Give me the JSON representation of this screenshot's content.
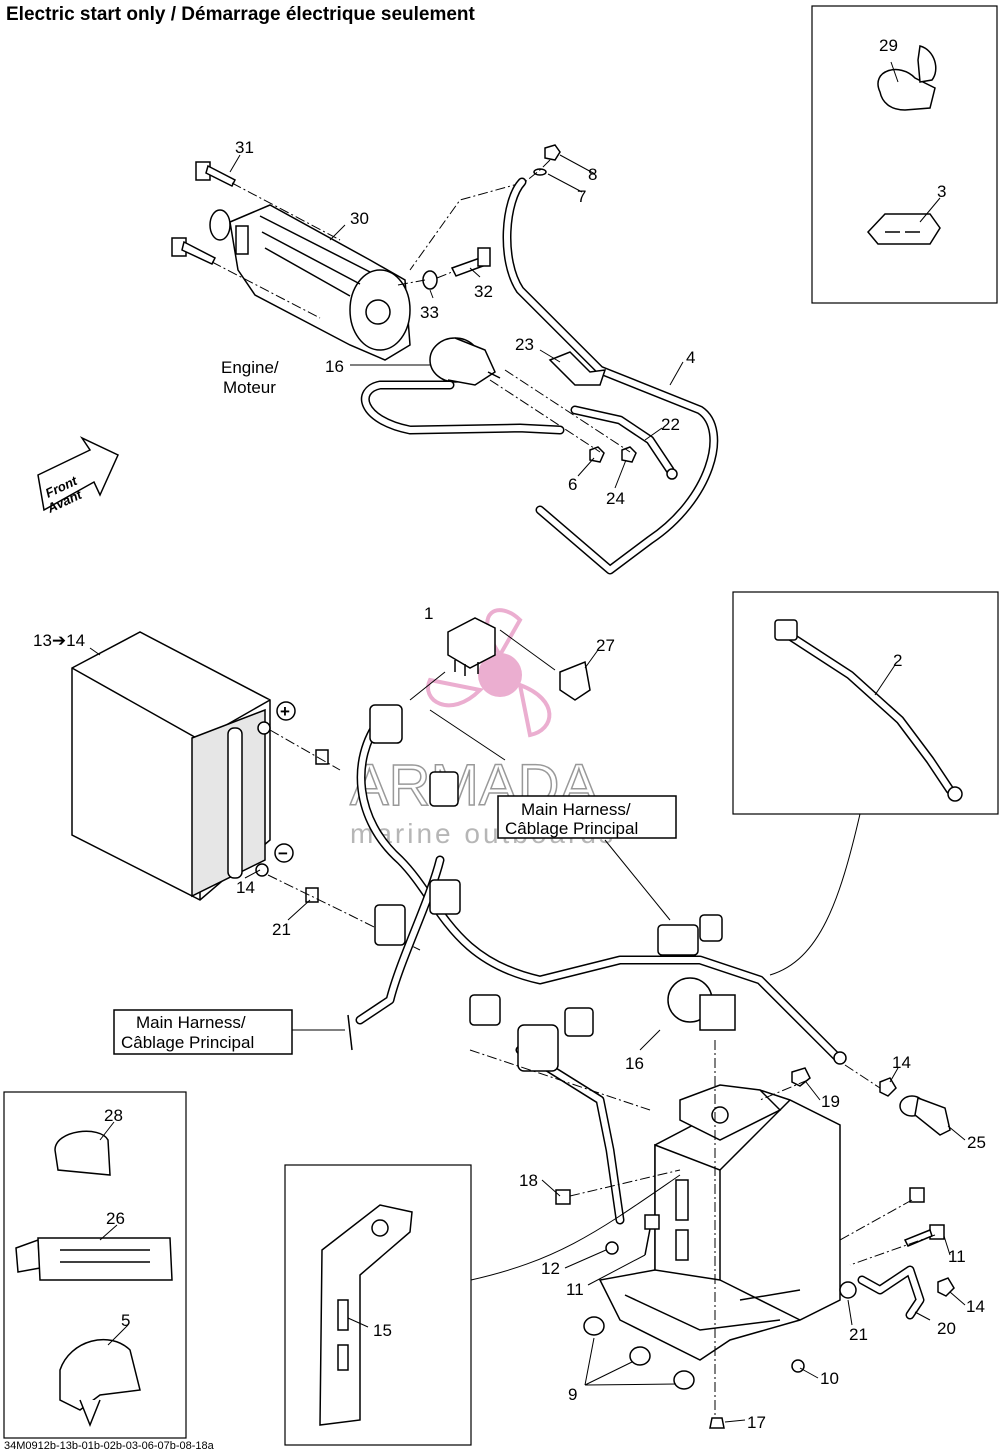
{
  "title": "Electric start only / Démarrage électrique seulement",
  "footer_code": "34M0912b-13b-01b-02b-03-06-07b-08-18a",
  "watermark": {
    "brand": "ARMADA",
    "tagline": "marine outboards",
    "color": "#e8a0c8"
  },
  "front_arrow": {
    "line1": "Front",
    "line2": "Avant"
  },
  "labels": {
    "engine_line1": "Engine/",
    "engine_line2": "Moteur",
    "main_harness_1_line1": "Main Harness/",
    "main_harness_1_line2": "Câblage Principal",
    "main_harness_2_line1": "Main Harness/",
    "main_harness_2_line2": "Câblage Principal",
    "battery_ref": "13➔14",
    "plus": "+",
    "minus": "−"
  },
  "callouts": {
    "c1": "1",
    "c2": "2",
    "c3": "3",
    "c4": "4",
    "c5": "5",
    "c6": "6",
    "c7": "7",
    "c8": "8",
    "c9": "9",
    "c10": "10",
    "c11a": "11",
    "c11b": "11",
    "c12": "12",
    "c14a": "14",
    "c14b": "14",
    "c14c": "14",
    "c15": "15",
    "c16a": "16",
    "c16b": "16",
    "c17": "17",
    "c18": "18",
    "c19": "19",
    "c20": "20",
    "c21a": "21",
    "c21b": "21",
    "c22": "22",
    "c23": "23",
    "c24": "24",
    "c25": "25",
    "c26": "26",
    "c27": "27",
    "c28": "28",
    "c29": "29",
    "c30": "30",
    "c31": "31",
    "c32": "32",
    "c33": "33"
  }
}
